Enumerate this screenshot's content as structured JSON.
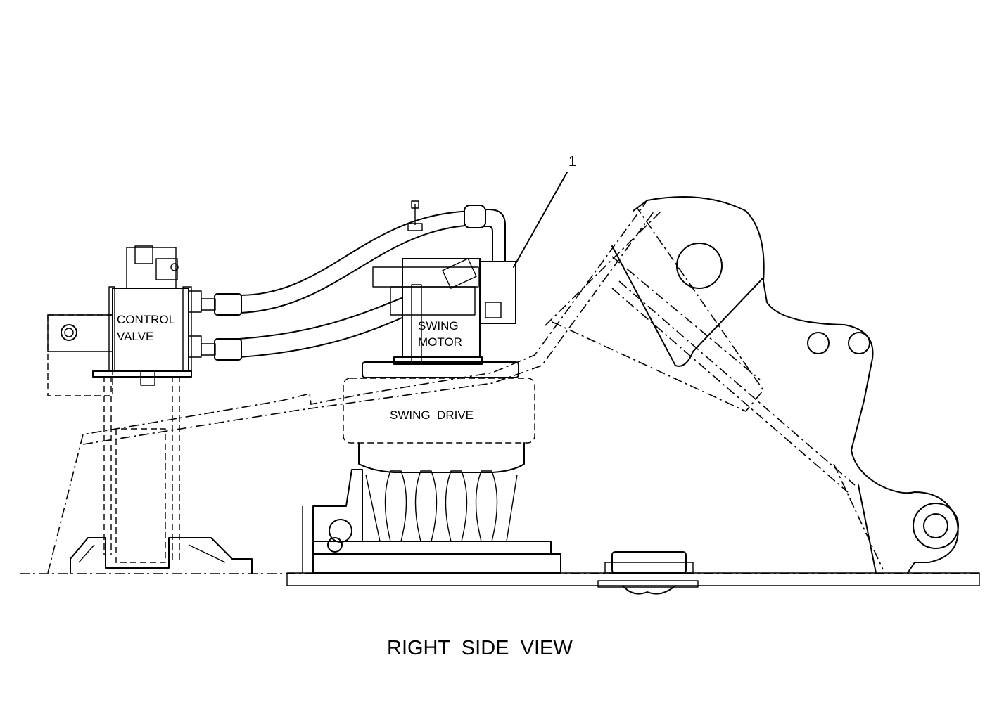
{
  "labels": {
    "callout": "1",
    "control_valve_line1": "CONTROL",
    "control_valve_line2": "VALVE",
    "swing_motor_line1": "SWING",
    "swing_motor_line2": "MOTOR",
    "swing_drive": "SWING  DRIVE",
    "view_title": "RIGHT  SIDE  VIEW"
  }
}
